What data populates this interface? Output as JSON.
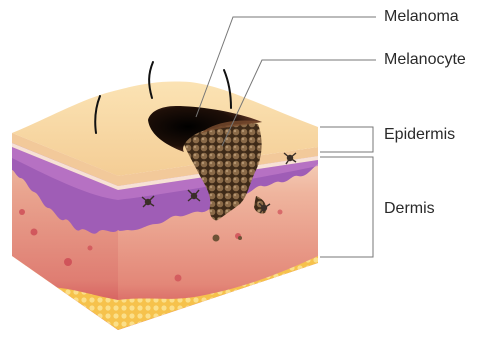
{
  "labels": {
    "melanoma": "Melanoma",
    "melanocyte": "Melanocyte",
    "epidermis": "Epidermis",
    "dermis": "Dermis"
  },
  "colors": {
    "epidermis_top": "#f7d9a0",
    "epidermis_side": "#f2c99a",
    "basal_layer": "#a160b8",
    "dermis": "#e9a48f",
    "fat_layer": "#f5c142",
    "melanoma_dark": "#1a0f0a",
    "melanocyte_cells": "#6e5236",
    "leader_line": "#777777"
  }
}
